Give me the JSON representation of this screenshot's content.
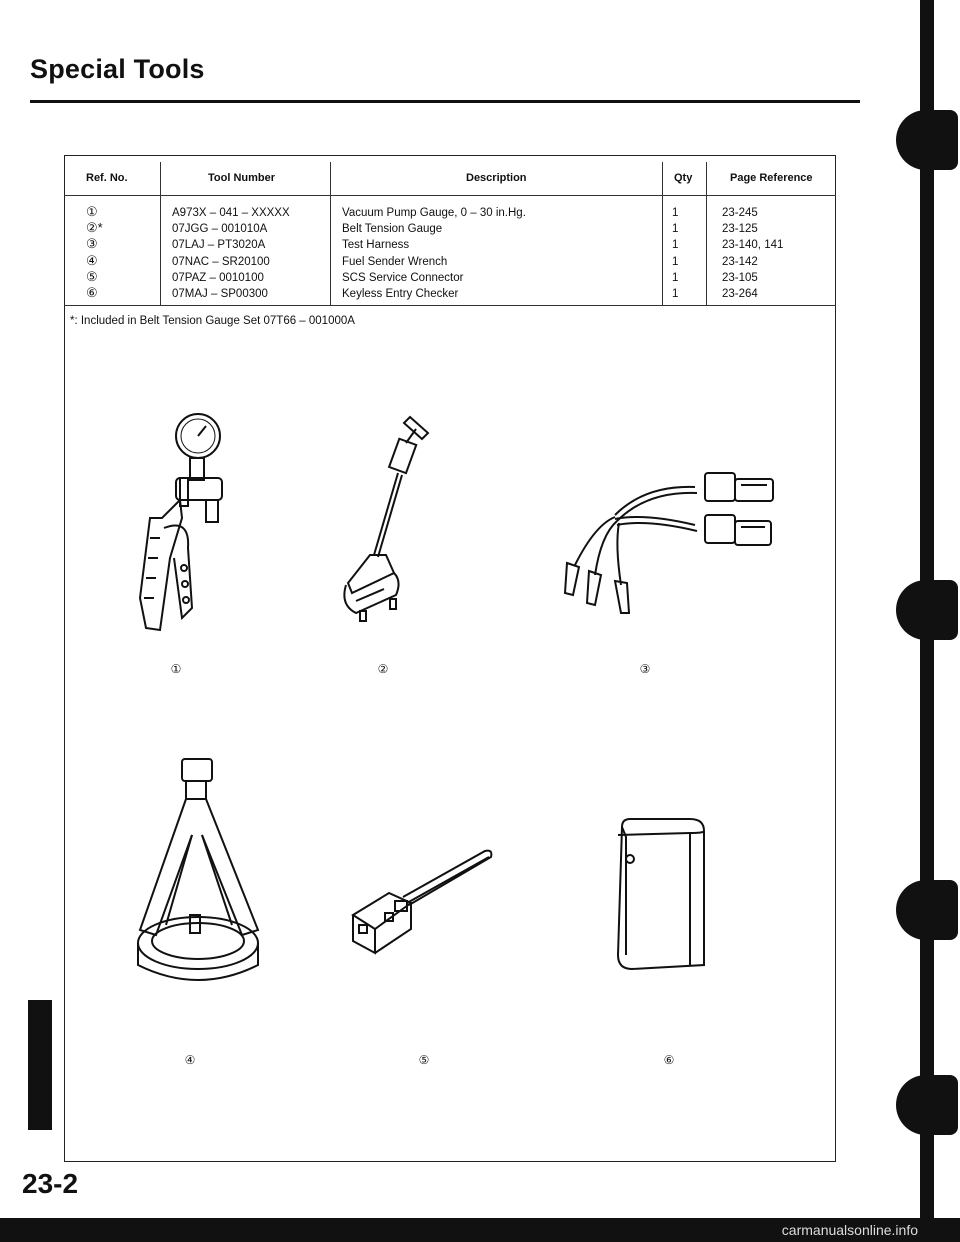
{
  "page": {
    "title": "Special Tools",
    "page_number": "23-2",
    "watermark": "carmanualsonline.info"
  },
  "table": {
    "headers": {
      "ref_no": "Ref. No.",
      "tool_number": "Tool Number",
      "description": "Description",
      "qty": "Qty",
      "page_reference": "Page Reference"
    },
    "rows": [
      {
        "ref": "①",
        "mark": "",
        "tool_number": "A973X – 041 – XXXXX",
        "description": "Vacuum Pump Gauge, 0 – 30 in.Hg.",
        "qty": "1",
        "page_reference": "23-245"
      },
      {
        "ref": "②",
        "mark": "*",
        "tool_number": "07JGG – 001010A",
        "description": "Belt Tension Gauge",
        "qty": "1",
        "page_reference": "23-125"
      },
      {
        "ref": "③",
        "mark": "",
        "tool_number": "07LAJ – PT3020A",
        "description": "Test Harness",
        "qty": "1",
        "page_reference": "23-140, 141"
      },
      {
        "ref": "④",
        "mark": "",
        "tool_number": "07NAC – SR20100",
        "description": "Fuel Sender Wrench",
        "qty": "1",
        "page_reference": "23-142"
      },
      {
        "ref": "⑤",
        "mark": "",
        "tool_number": "07PAZ – 0010100",
        "description": "SCS Service Connector",
        "qty": "1",
        "page_reference": "23-105"
      },
      {
        "ref": "⑥",
        "mark": "",
        "tool_number": "07MAJ – SP00300",
        "description": "Keyless Entry Checker",
        "qty": "1",
        "page_reference": "23-264"
      }
    ],
    "footnote": "*: Included in Belt Tension Gauge Set 07T66 – 001000A"
  },
  "figures": {
    "labels": [
      "①",
      "②",
      "③",
      "④",
      "⑤",
      "⑥"
    ],
    "icons": [
      "vacuum-pump-gauge-icon",
      "belt-tension-gauge-icon",
      "test-harness-icon",
      "fuel-sender-wrench-icon",
      "scs-service-connector-icon",
      "keyless-entry-checker-icon"
    ]
  }
}
